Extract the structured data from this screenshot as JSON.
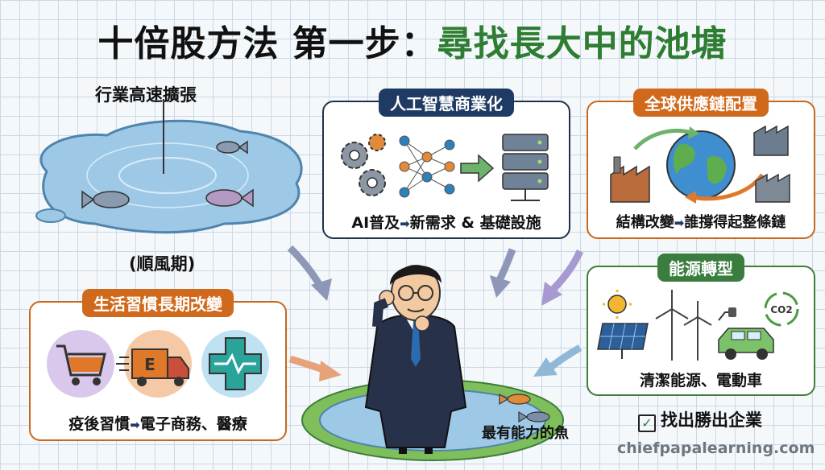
{
  "title": {
    "part1": "十倍股方法 第一步：",
    "part2": "尋找長大中的池塘"
  },
  "pond": {
    "label_top": "行業高速擴張",
    "label_bottom": "(順風期)"
  },
  "ai": {
    "tag": "人工智慧商業化",
    "caption_left": "AI普及",
    "caption_right": "新需求 & 基礎設施"
  },
  "supply": {
    "tag": "全球供應鏈配置",
    "caption_left": "結構改變",
    "caption_right": "誰撐得起整條鏈"
  },
  "energy": {
    "tag": "能源轉型",
    "caption": "清潔能源、電動車",
    "co2": "CO2"
  },
  "life": {
    "tag": "生活習慣長期改變",
    "caption_left": "疫後習慣",
    "caption_right": "電子商務、醫療",
    "truck_letter": "E"
  },
  "winner": {
    "label": "找出勝出企業"
  },
  "fish_pond": {
    "label": "最有能力的魚"
  },
  "watermark": "chiefpapalearning.com",
  "colors": {
    "navy": "#1f3b64",
    "orange": "#d0691b",
    "green": "#3a7d3f",
    "title_green": "#2e7d32"
  },
  "icons": [
    "gear-icon",
    "neural-network-icon",
    "server-icon",
    "globe-icon",
    "factory-icon",
    "sun-icon",
    "solar-panel-icon",
    "wind-turbine-icon",
    "ev-car-icon",
    "co2-recycle-icon",
    "shopping-cart-icon",
    "delivery-truck-icon",
    "medical-cross-icon",
    "checkbox-icon",
    "fish-icon"
  ]
}
